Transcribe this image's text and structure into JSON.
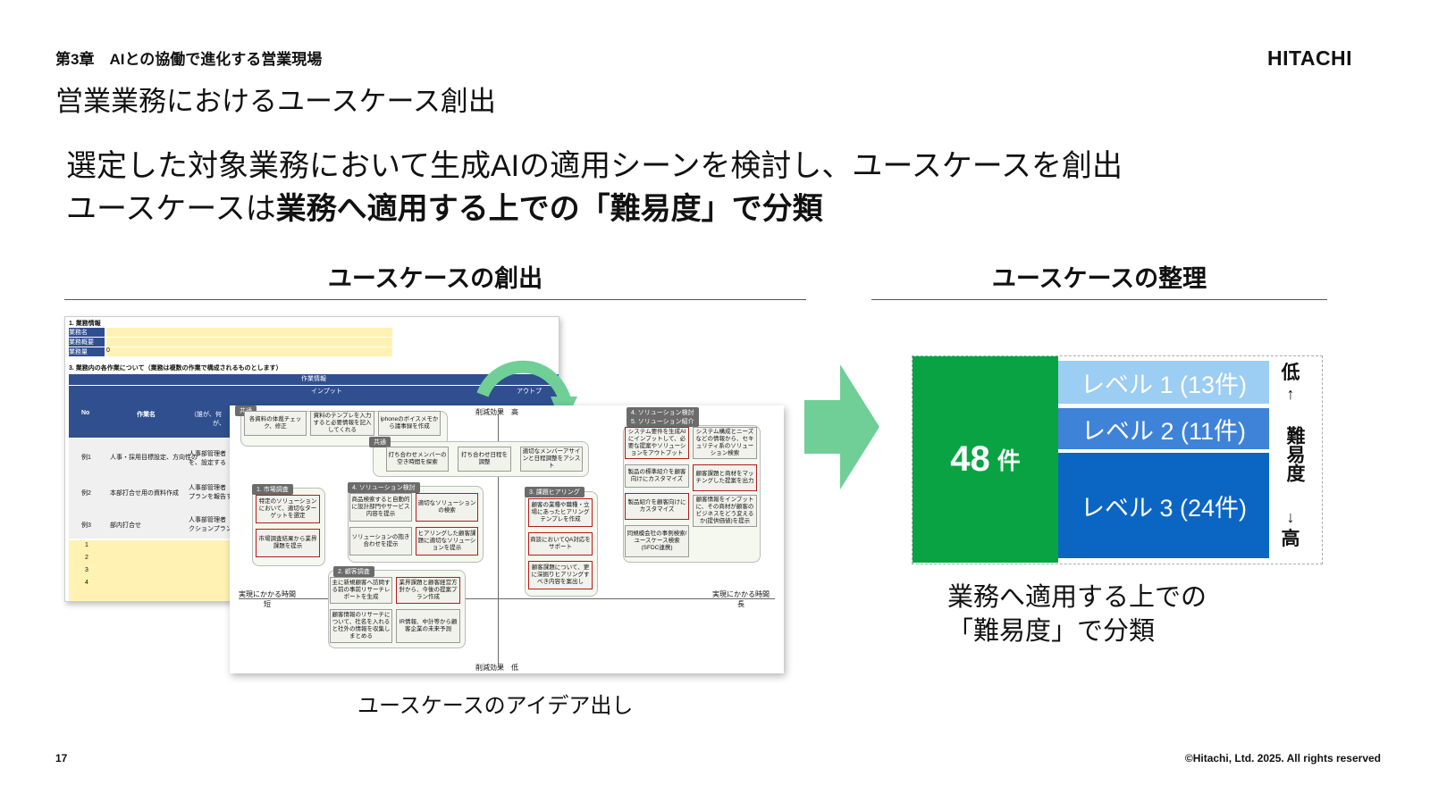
{
  "header": {
    "chapter": "第3章　AIとの協働で進化する営業現場",
    "logo": "HITACHI",
    "title": "営業業務におけるユースケース創出"
  },
  "lead": {
    "line1": "選定した対象業務において生成AIの適用シーンを検討し、ユースケースを創出",
    "line2_prefix": "ユースケースは",
    "line2_bold": "業務へ適用する上での「難易度」で分類"
  },
  "left_section": {
    "title": "ユースケースの創出",
    "caption": "ユースケースのアイデア出し",
    "sheet": {
      "sec1": "1. 業務情報",
      "field1": "業務名",
      "field2": "業務概要",
      "field3": "業務量",
      "field3_val": "0",
      "sec3": "3. 業務内の各作業について（業務は複数の作業で構成されるものとします）",
      "header_main": "作業情報",
      "header_input": "インプット",
      "header_output": "アウトプ",
      "col_no": "No",
      "col_task": "作業名",
      "col_who": "（誰が、何",
      "col_who2": "が、",
      "rows": [
        {
          "no": "例1",
          "task": "人事・採用目標設定、方向性の",
          "c3": "人事部管理者",
          "c4": "を、設定する"
        },
        {
          "no": "例2",
          "task": "本部打合せ用の資料作成",
          "c3": "人事部管理者",
          "c4": "プランを報告す"
        },
        {
          "no": "例3",
          "task": "部内打合せ",
          "c3": "人事部管理者",
          "c4": "クションプランを"
        }
      ],
      "blank_rows": [
        "1",
        "2",
        "3",
        "4"
      ]
    },
    "mock": {
      "axis_top": "削減効果　高",
      "axis_bottom": "削減効果　低",
      "axis_left": "実現にかかる時間\n短",
      "axis_right": "実現にかかる時間\n長",
      "groups": {
        "common1": "共通",
        "common2": "共通",
        "market": "1. 市場調査",
        "solution": "4. ソリューション検討",
        "customer": "2. 顧客調査",
        "hearing": "3. 課題ヒアリング",
        "intro1": "4. ソリューション検討",
        "intro2": "5. ソリューション紹介"
      },
      "cards": {
        "c1": "各資料の体裁チェック、修正",
        "c2": "資料のテンプレを入力すると必要情報を記入してくれる",
        "c3": "iphoneのボイスメモから議事録を作成",
        "c4": "打ち合わせメンバーの空き時間を探索",
        "c5": "打ち合わせ日程を調整",
        "c6": "適切なメンバーアサインと日程調整をアシスト",
        "c7": "特定のソリューションにおいて、適切なターゲットを選定",
        "c8": "市場調査結果から業界課題を提示",
        "c9": "商品検索すると自動的に設計部門やサービス内容を提示",
        "c10": "適切なソリューションの検索",
        "c11": "ソリューションの抱き合わせを提示",
        "c12": "ヒアリングした顧客課題に適切なソリューションを提示",
        "c13": "主に新規顧客へ訪問する前の事前リサーチレポートを生成",
        "c14": "業界課題と顧客経営方針から、今後の提案プラン作成",
        "c15": "顧客情報のリサーチについて、社名を入れると社外の情報を収集しまとめる",
        "c16": "IR情報、中計等から顧客企業の未来予測",
        "c17": "顧客の業種や職種・立場にあったヒアリングテンプレを作成",
        "c18": "商談においてQA対応をサポート",
        "c19": "顧客課題について、更に深掘りヒアリングすべき内容を案出し",
        "c20": "システム要件を生成AIにインプットして、必要な提案やソリューションをアウトプット",
        "c21": "システム構成とニーズなどの情報から、セキュリティ系のソリューション検索",
        "c22": "製品の標準紹介を顧客向けにカスタマイズ",
        "c23": "顧客課題と商材をマッチングした提案を出力",
        "c24": "製品紹介を顧客向けにカスタマイズ",
        "c25": "顧客情報をインプットに、その商材が顧客のビジネスをどう変えるか(提供価値)を提示",
        "c26": "同規模会社の事例検索/ユースケース検索(SFDC連携)"
      }
    }
  },
  "right_section": {
    "title": "ユースケースの整理",
    "total_count": "48",
    "total_unit": "件",
    "levels": [
      {
        "label": "レベル 1 (13件)"
      },
      {
        "label": "レベル 2 (11件)"
      },
      {
        "label": "レベル 3 (24件)"
      }
    ],
    "difficulty_low": "低",
    "difficulty_label": "難易度",
    "difficulty_high": "高",
    "arrow_up": "↑",
    "arrow_down": "↓",
    "summary_line1": "業務へ適用する上での",
    "summary_line2": "「難易度」で分類",
    "colors": {
      "total": "#0aa344",
      "level1": "#9ccdf2",
      "level2": "#3f83d9",
      "level3": "#0b66c3",
      "arrow": "#6fcf97"
    }
  },
  "footer": {
    "page": "17",
    "copyright": "©Hitachi, Ltd. 2025. All rights reserved"
  }
}
